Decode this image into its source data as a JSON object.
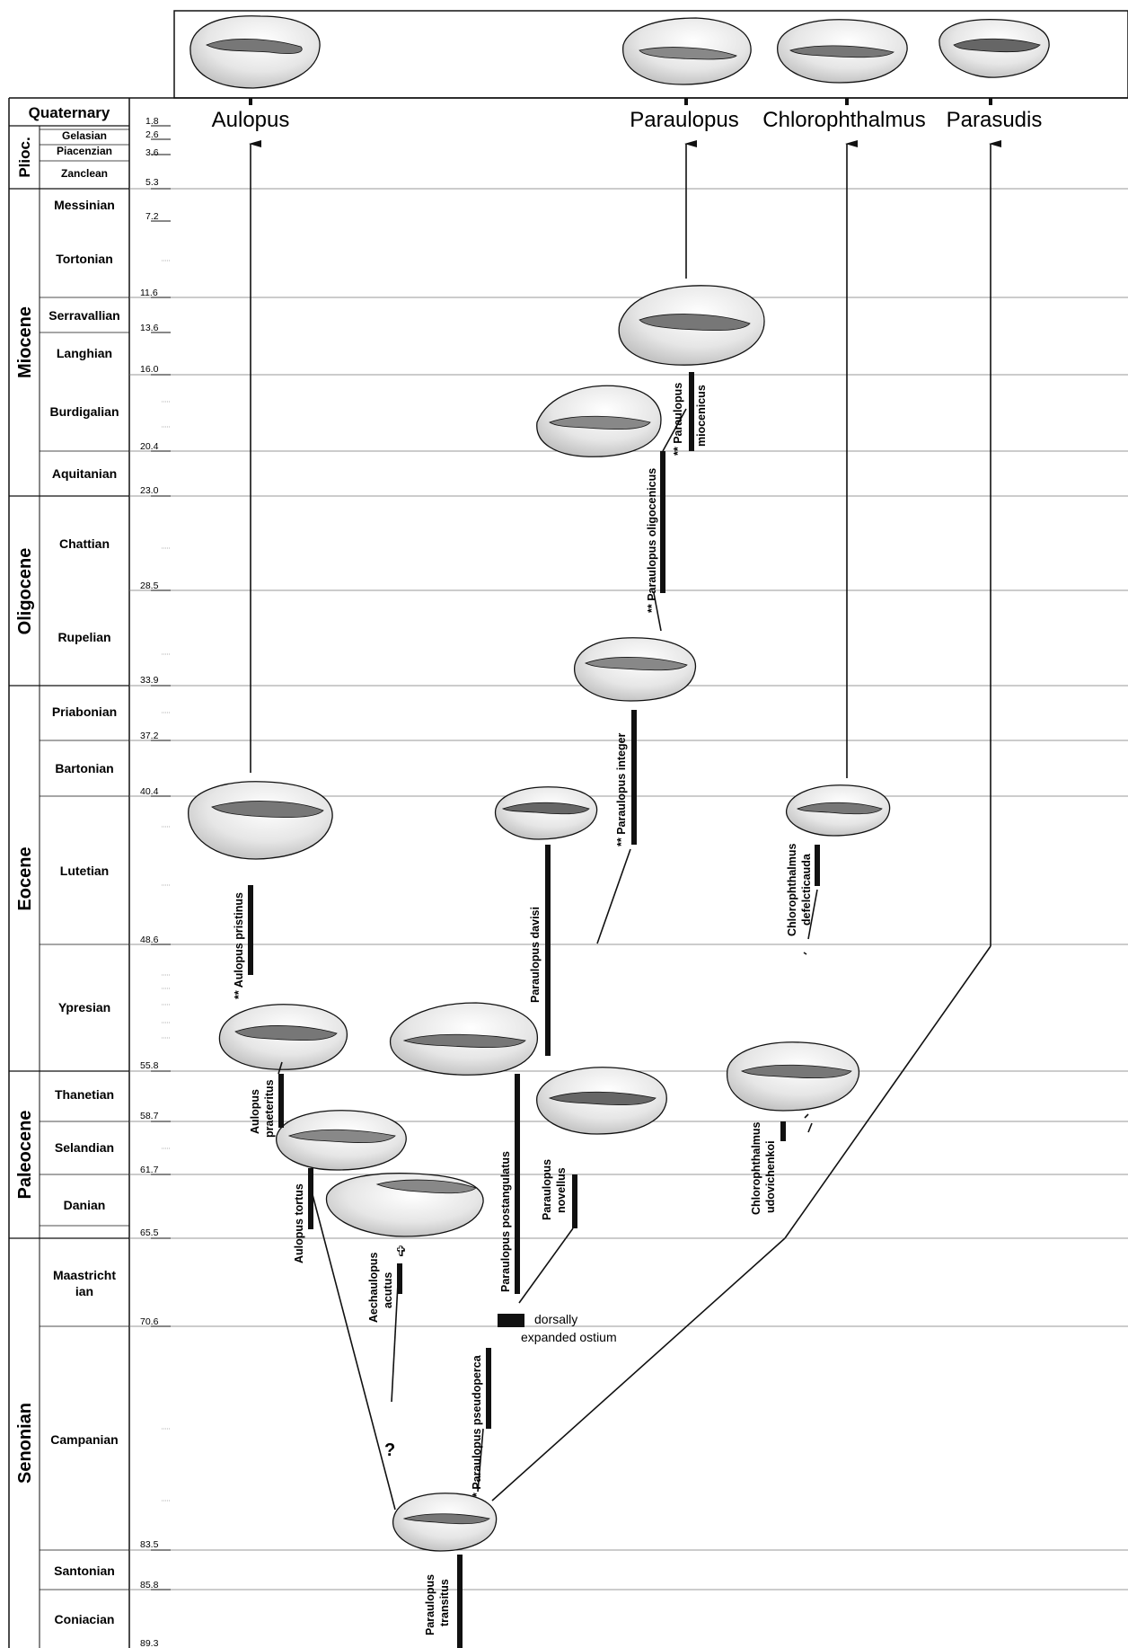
{
  "epochs": [
    {
      "label": "Quaternary"
    },
    {
      "label": "Plioc."
    },
    {
      "label": "Miocene"
    },
    {
      "label": "Oligocene"
    },
    {
      "label": "Eocene"
    },
    {
      "label": "Paleocene"
    },
    {
      "label": "Senonian"
    }
  ],
  "stages": [
    {
      "label": "Gelasian"
    },
    {
      "label": "Piacenzian"
    },
    {
      "label": "Zanclean"
    },
    {
      "label": "Messinian"
    },
    {
      "label": "Tortonian"
    },
    {
      "label": "Serravallian"
    },
    {
      "label": "Langhian"
    },
    {
      "label": "Burdigalian"
    },
    {
      "label": "Aquitanian"
    },
    {
      "label": "Chattian"
    },
    {
      "label": "Rupelian"
    },
    {
      "label": "Priabonian"
    },
    {
      "label": "Bartonian"
    },
    {
      "label": "Lutetian"
    },
    {
      "label": "Ypresian"
    },
    {
      "label": "Thanetian"
    },
    {
      "label": "Selandian"
    },
    {
      "label": "Danian"
    },
    {
      "label": "Maastricht"
    },
    {
      "label": "ian"
    },
    {
      "label": "Campanian"
    },
    {
      "label": "Santonian"
    },
    {
      "label": "Coniacian"
    }
  ],
  "ages": [
    "1.8",
    "2.6",
    "3.6",
    "5.3",
    "7.2",
    "11.6",
    "13.6",
    "16.0",
    "20.4",
    "23.0",
    "28.5",
    "33.9",
    "37.2",
    "40.4",
    "48.6",
    "55.8",
    "58.7",
    "61.7",
    "65.5",
    "70.6",
    "83.5",
    "85.8",
    "89.3"
  ],
  "genera": [
    "Aulopus",
    "Paraulopus",
    "Chlorophthalmus",
    "Parasudis"
  ],
  "taxa": [
    "** Paraulopus",
    "miocenicus",
    "** Paraulopus oligocenicus",
    "** Paraulopus integer",
    "** Aulopus pristinus",
    "Paraulopus davisi",
    "Chlorophthalmus",
    "defelcticauda",
    "Aulopus",
    "praeteritus",
    "Paraulopus postangulatus",
    "Paraulopus",
    "novellus",
    "Chlorophthalmus",
    "udovichenkoi",
    "Aulopus tortus",
    "Aechaulopus",
    "acutus",
    "* Paraulopus pseudoperca",
    "Paraulopus",
    "transitus"
  ],
  "annotations": {
    "question": "?",
    "ostium_1": "dorsally",
    "ostium_2": "expanded ostium"
  },
  "colors": {
    "ink": "#111111",
    "grid": "#999999",
    "paper": "#ffffff"
  }
}
